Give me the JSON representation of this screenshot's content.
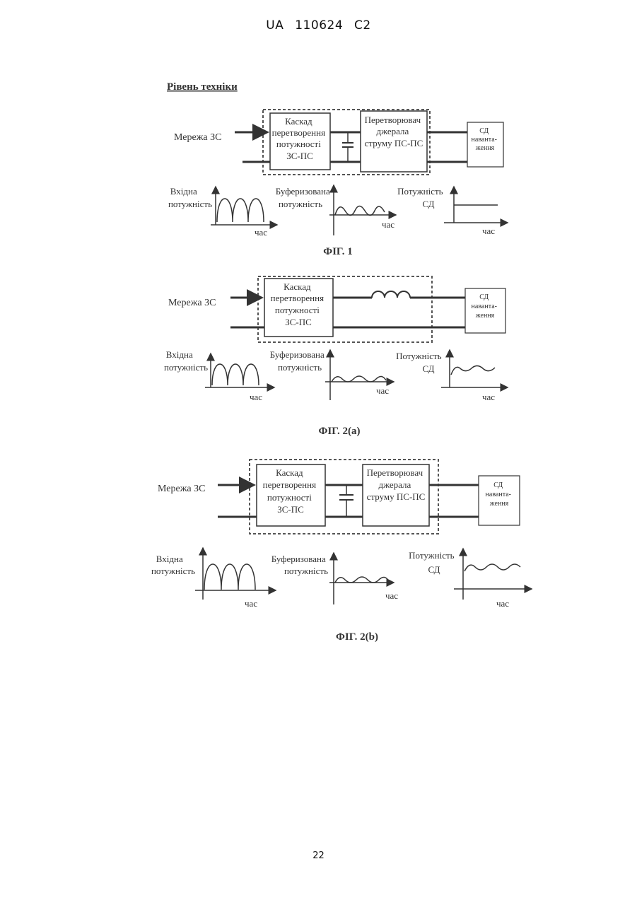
{
  "page": {
    "header": "UA 110624 C2",
    "number": "22"
  },
  "section_title": "Рівень техніки",
  "fig1": {
    "caption": "ФІГ. 1",
    "input_label": "Мережа ЗС",
    "stage": [
      "Каскад",
      "перетворення",
      "потужності",
      "ЗС-ПС"
    ],
    "converter": [
      "Перетворювач",
      "джерала",
      "струму ПС-ПС"
    ],
    "load": [
      "СД",
      "наванта-",
      "ження"
    ],
    "graph_input": [
      "Вхідна",
      "потужність"
    ],
    "graph_buffered": [
      "Буферизована",
      "потужність"
    ],
    "graph_led": [
      "Потужність",
      "СД"
    ],
    "time": "час"
  },
  "fig2a": {
    "caption": "ФІГ. 2(а)",
    "input_label": "Мережа ЗС",
    "stage": [
      "Каскад",
      "перетворення",
      "потужності",
      "ЗС-ПС"
    ],
    "load": [
      "СД",
      "наванта-",
      "ження"
    ],
    "graph_input": [
      "Вхідна",
      "потужність"
    ],
    "graph_buffered": [
      "Буферизована",
      "потужність"
    ],
    "graph_led": [
      "Потужність",
      "СД"
    ],
    "time": "час"
  },
  "fig2b": {
    "caption": "ФІГ. 2(b)",
    "input_label": "Мережа ЗС",
    "stage": [
      "Каскад",
      "перетворення",
      "потужності",
      "ЗС-ПС"
    ],
    "converter": [
      "Перетворювач",
      "джерала",
      "струму ПС-ПС"
    ],
    "load": [
      "СД",
      "наванта-",
      "ження"
    ],
    "graph_input": [
      "Вхідна",
      "потужність"
    ],
    "graph_buffered": [
      "Буферизована",
      "потужність"
    ],
    "graph_led": [
      "Потужність",
      "СД"
    ],
    "time": "час"
  }
}
